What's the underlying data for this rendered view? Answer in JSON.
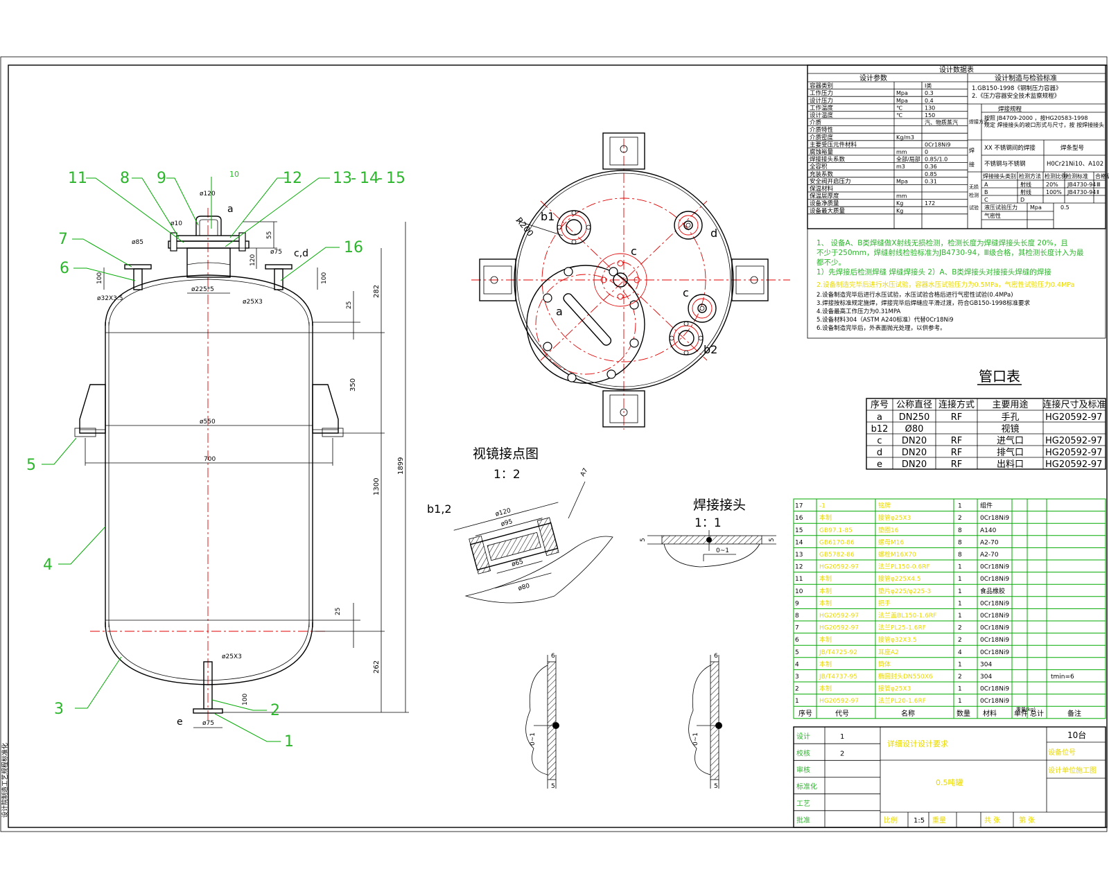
{
  "balloons": [
    "11",
    "8",
    "9",
    "10",
    "12",
    "13",
    "14",
    "15",
    "7",
    "6",
    "16",
    "5",
    "4",
    "3",
    "2",
    "1"
  ],
  "elev": {
    "dims": {
      "d120": "ø120",
      "d10": "ø10",
      "d85": "ø85",
      "d75top": "ø75",
      "d32": "ø32X3.5",
      "d225": "ø225*5",
      "d25top": "ø25X3",
      "d550": "ø550",
      "d700": "700",
      "d25bot": "ø25X3",
      "d75bot": "ø75",
      "v55": "55",
      "v120": "120",
      "v100a": "100",
      "v100b": "100",
      "v100c": "100",
      "v282": "282",
      "v25a": "25",
      "v350": "350",
      "v1300": "1300",
      "v1899": "1899",
      "v25b": "25",
      "v262": "262"
    },
    "labels": {
      "a": "a",
      "cd": "c,d",
      "e": "e"
    }
  },
  "plan": {
    "r200": "R200",
    "b1": "b1",
    "b2": "b2",
    "d": "d",
    "c1": "c",
    "c2": "c",
    "a": "a"
  },
  "sight": {
    "title": "视镜接点图",
    "scale": "1：2",
    "ref": "b1,2",
    "d120": "ø120",
    "d95": "ø95",
    "d65": "ø65",
    "d80": "ø80",
    "tag": "A7"
  },
  "weld": {
    "title": "焊接接头",
    "scale": "1：1",
    "t5a": "5",
    "t5b": "5",
    "gap": "0~1",
    "t6a": "6",
    "t5c": "5",
    "gap2": "0~1",
    "t6b": "6",
    "t5d": "5",
    "gap3": "0~1"
  },
  "design_table": {
    "title": "设计数据表",
    "head_left": "设计参数",
    "head_right": "设计制造与检验标准",
    "rows": [
      [
        "容器类别",
        "",
        "Ⅰ类"
      ],
      [
        "工作压力",
        "Mpa",
        "0.3"
      ],
      [
        "设计压力",
        "Mpa",
        "0.4"
      ],
      [
        "工作温度",
        "℃",
        "130"
      ],
      [
        "设计温度",
        "℃",
        "150"
      ],
      [
        "介质",
        "",
        "汽、物质蒸汽"
      ],
      [
        "介质特性",
        "",
        ""
      ],
      [
        "介质密度",
        "Kg/m3",
        ""
      ],
      [
        "主要受压元件材料",
        "",
        "0Cr18Ni9"
      ],
      [
        "腐蚀裕量",
        "mm",
        "0"
      ],
      [
        "焊接接头系数",
        "全部/局部",
        "0.85/1.0"
      ],
      [
        "全容积",
        "m3",
        "0.36"
      ],
      [
        "充装系数",
        "",
        "0.85"
      ],
      [
        "安全阀开启压力",
        "Mpa",
        "0.31"
      ],
      [
        "保温材料",
        "",
        ""
      ],
      [
        "保温层厚度",
        "mm",
        ""
      ],
      [
        "设备净质量",
        "Kg",
        "172"
      ],
      [
        "设备最大质量",
        "Kg",
        ""
      ]
    ],
    "standards": [
      "1.GB150-1998《钢制压力容器》",
      "2.《压力容器安全技术监察规程》"
    ],
    "weld_rule_label": "焊接规程",
    "weld_rule_text": "按照 JB4709-2000 ，按HG20583-1998 规定 焊接接头的坡口形式与尺寸，按 按焊接接头",
    "weld_rule_side": "焊接方式",
    "weld_mat_label": "焊接材料",
    "weld_mat_cols": [
      "XX 不锈钢间的焊接",
      "焊条型号"
    ],
    "weld_mat_rows": [
      [
        "不锈钢与不锈钢",
        "H0Cr21Ni10、A102"
      ]
    ],
    "ndt_head": [
      "焊接接头类别",
      "检测方法",
      "检测比例",
      "检测标准",
      "合格级别"
    ],
    "ndt_side": "无损检测",
    "ndt_rows": [
      [
        "A",
        "射线",
        "20%",
        "JB4730-94",
        "Ⅲ"
      ],
      [
        "B",
        "射线",
        "100%",
        "JB4730-94",
        "Ⅱ"
      ],
      [
        "C",
        "D",
        "",
        "",
        ""
      ]
    ],
    "test_rows": [
      [
        "试验",
        "液压试验压力",
        "Mpa",
        "0.5"
      ],
      [
        "",
        "气密性",
        "",
        ""
      ]
    ]
  },
  "notes": {
    "green": [
      "1、  设备A、B类焊缝做X射线无损检测，检测长度为焊缝焊接头长度  20%，且",
      "不少于250mm，焊缝射线检验标准为JB4730-94，Ⅲ级合格，其检测长度计入为最",
      "都不少。",
      "1）先焊接后检测焊缝 焊缝焊接头   2）A、B类焊接头对接接头焊缝的焊接"
    ],
    "yellow_1": "2.设备制造完毕后进行水压试验，容器水压试验压力为0.5MPa，气密性试验压力0.4MPa",
    "black": [
      "2.设备制造完毕后进行水压试验，水压试验合格后进行气密性试验(0.4MPa)",
      "3.焊接按标准规定施焊，焊接完毕后焊缝应平滑过渡，符合GB150-1998标准要求",
      "4.设备最高工作压力为0.31MPA",
      "5.设备材料304（ASTM A240标准）代替0Cr18Ni9",
      "6.设备制造完毕后，外表面抛光处理，以供参考。"
    ]
  },
  "nozzle_table": {
    "title": "管口表",
    "cols": [
      "序号",
      "公称直径",
      "连接方式",
      "主要用途",
      "连接尺寸及标准"
    ],
    "rows": [
      [
        "a",
        "DN250",
        "RF",
        "手孔",
        "HG20592-97"
      ],
      [
        "b12",
        "Ø80",
        "",
        "视镜",
        ""
      ],
      [
        "c",
        "DN20",
        "RF",
        "进气口",
        "HG20592-97"
      ],
      [
        "d",
        "DN20",
        "RF",
        "排气口",
        "HG20592-97"
      ],
      [
        "e",
        "DN20",
        "RF",
        "出料口",
        "HG20592-97"
      ]
    ]
  },
  "bom": {
    "rows": [
      [
        "17",
        "-1",
        "铭牌",
        "1",
        "组件",
        "",
        "",
        ""
      ],
      [
        "16",
        "本制",
        "接管φ25X3",
        "2",
        "0Cr18Ni9",
        "",
        "",
        ""
      ],
      [
        "15",
        "GB97.1-85",
        "垫圈16",
        "8",
        "A140",
        "",
        "",
        ""
      ],
      [
        "14",
        "GB6170-86",
        "螺母M16",
        "8",
        "A2-70",
        "",
        "",
        ""
      ],
      [
        "13",
        "GB5782-86",
        "螺栓M16X70",
        "8",
        "A2-70",
        "",
        "",
        ""
      ],
      [
        "12",
        "HG20592-97",
        "法兰PL150-0.6RF",
        "1",
        "0Cr18Ni9",
        "",
        "",
        ""
      ],
      [
        "11",
        "本制",
        "接管φ225X4.5",
        "1",
        "0Cr18Ni9",
        "",
        "",
        ""
      ],
      [
        "10",
        "本制",
        "垫片φ225/φ225-3",
        "1",
        "食品橡胶",
        "",
        "",
        ""
      ],
      [
        "9",
        "本制",
        "把手",
        "1",
        "0Cr18Ni9",
        "",
        "",
        ""
      ],
      [
        "8",
        "HG20592-97",
        "法兰盖BL150-1.6RF",
        "1",
        "0Cr18Ni9",
        "",
        "",
        ""
      ],
      [
        "7",
        "HG20592-97",
        "法兰PL25-1.6RF",
        "2",
        "0Cr18Ni9",
        "",
        "",
        ""
      ],
      [
        "6",
        "本制",
        "接管φ32X3.5",
        "2",
        "0Cr18Ni9",
        "",
        "",
        ""
      ],
      [
        "5",
        "JB/T4725-92",
        "耳座A2",
        "4",
        "0Cr18Ni9",
        "",
        "",
        ""
      ],
      [
        "4",
        "本制",
        "筒体",
        "1",
        "304",
        "",
        "",
        ""
      ],
      [
        "3",
        "JB/T4737-95",
        "椭圆封头DN550X6",
        "2",
        "304",
        "",
        "tmin=6",
        ""
      ],
      [
        "2",
        "本制",
        "接管φ25X3",
        "1",
        "0Cr18Ni9",
        "",
        "",
        ""
      ],
      [
        "1",
        "HG20592-97",
        "法兰PL20-1.6RF",
        "1",
        "0Cr18Ni9",
        "",
        "",
        ""
      ]
    ],
    "header": [
      "序号",
      "代号",
      "名称",
      "数量",
      "材料",
      "单件",
      "总计",
      "备注"
    ],
    "mass_label": "重量(kg)"
  },
  "title_block": {
    "roles": [
      "设计",
      "校核",
      "审核",
      "标准化",
      "工艺",
      "批准"
    ],
    "names": [
      "1",
      "2",
      "",
      "",
      "",
      ""
    ],
    "requirement": "详细设计设计要求",
    "drawing_name": "0.5吨罐",
    "qty": "10台",
    "equip_no_label": "设备位号",
    "unit_label": "设计单位施工图",
    "scale_label": "比例",
    "scale_val": "1:5",
    "sheet_label": "共  张",
    "sheet_no": "第  张",
    "weight_label": "重量"
  },
  "margin_text": "设计院制造工艺规程标准化"
}
